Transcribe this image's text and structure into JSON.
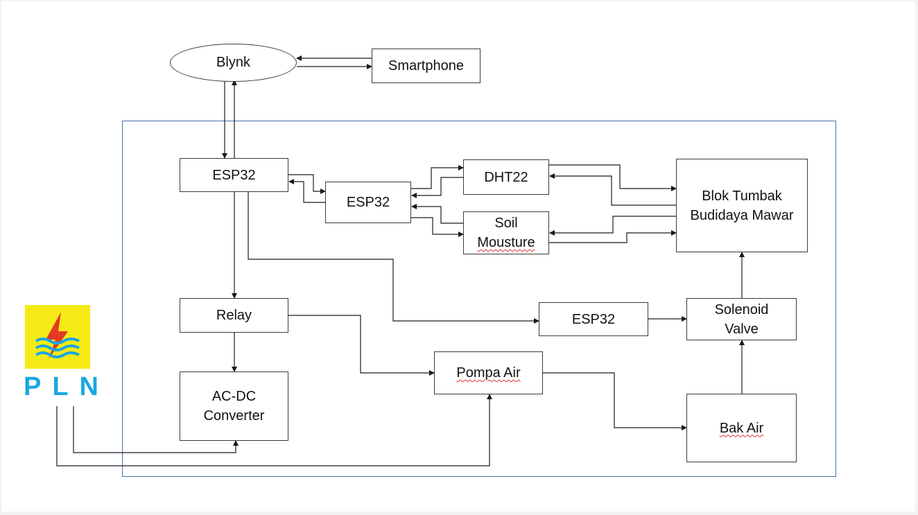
{
  "nodes": {
    "blynk": "Blynk",
    "smartphone": "Smartphone",
    "esp32_main": "ESP32",
    "esp32_sensor": "ESP32",
    "dht22": "DHT22",
    "soil_line1": "Soil",
    "soil_line2": "Mousture",
    "blok_line1": "Blok Tumbak",
    "blok_line2": "Budidaya Mawar",
    "relay": "Relay",
    "esp32_valve": "ESP32",
    "solenoid_line1": "Solenoid",
    "solenoid_line2": "Valve",
    "pompa": "Pompa Air",
    "acdc_line1": "AC-DC",
    "acdc_line2": "Converter",
    "bak": "Bak Air"
  },
  "logo": {
    "text": "PLN",
    "colors": {
      "background": "#f6ea16",
      "bolt": "#e23a26",
      "waves": "#1aa7e0",
      "text": "#1aa7e0"
    }
  },
  "colors": {
    "frame": "#4a6fa8",
    "lines": "#1a1a1a"
  }
}
